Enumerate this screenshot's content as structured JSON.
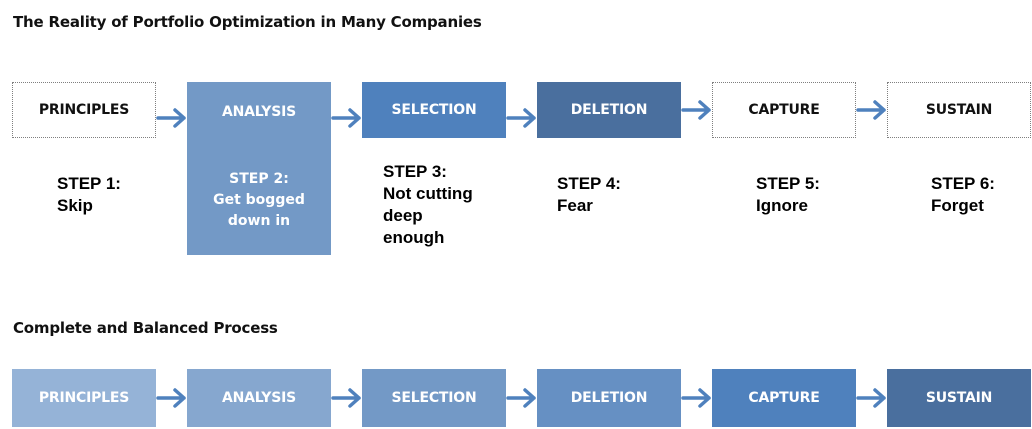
{
  "top_section": {
    "title": "The Reality of Portfolio Optimization in Many Companies",
    "boxes": [
      {
        "label": "PRINCIPLES"
      },
      {
        "label": "ANALYSIS"
      },
      {
        "label": "SELECTION"
      },
      {
        "label": "DELETION"
      },
      {
        "label": "CAPTURE"
      },
      {
        "label": "SUSTAIN"
      }
    ],
    "steps": [
      {
        "text": "STEP 1:\nSkip"
      },
      {
        "text": "STEP 2:\nGet bogged\ndown in"
      },
      {
        "text": "STEP 3:\nNot cutting\ndeep\nenough"
      },
      {
        "text": "STEP 4:\nFear"
      },
      {
        "text": "STEP 5:\nIgnore"
      },
      {
        "text": "STEP 6:\nForget"
      }
    ]
  },
  "bottom_section": {
    "title": "Complete and Balanced Process",
    "boxes": [
      {
        "label": "PRINCIPLES"
      },
      {
        "label": "ANALYSIS"
      },
      {
        "label": "SELECTION"
      },
      {
        "label": "DELETION"
      },
      {
        "label": "CAPTURE"
      },
      {
        "label": "SUSTAIN"
      }
    ]
  },
  "colors": {
    "arrow": "#4f81bd",
    "top_analysis": "#7399c6",
    "top_selection": "#4f81bd",
    "top_deletion": "#4a6f9e",
    "bottom_fills": [
      "#95b3d7",
      "#86a7cf",
      "#7399c6",
      "#6690c3",
      "#4f81bd",
      "#4a6f9e"
    ]
  }
}
